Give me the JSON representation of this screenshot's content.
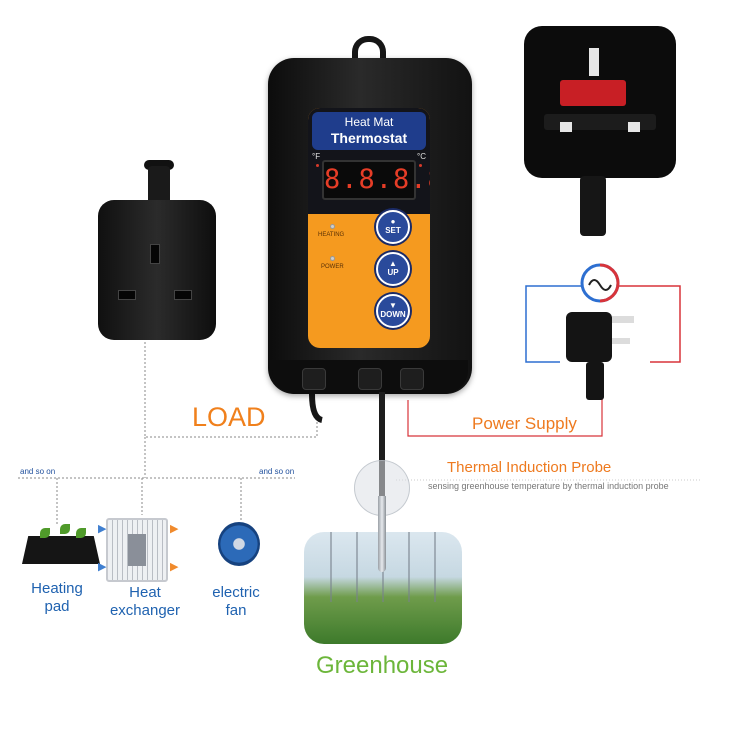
{
  "device": {
    "title_line1": "Heat Mat",
    "title_line2": "Thermostat",
    "unit_f": "°F",
    "unit_c": "°C",
    "display": "8.8.8.8",
    "indicator_heating": "HEATING",
    "indicator_power": "POWER",
    "buttons": [
      {
        "label": "SET",
        "icon": "dot-icon",
        "glyph": "●"
      },
      {
        "label": "UP",
        "icon": "triangle-up-icon",
        "glyph": "▲"
      },
      {
        "label": "DOWN",
        "icon": "triangle-down-icon",
        "glyph": "▼"
      }
    ]
  },
  "labels": {
    "load": "LOAD",
    "power_supply": "Power Supply",
    "probe_title": "Thermal Induction Probe",
    "probe_desc": "sensing greenhouse temperature by thermal induction probe",
    "and_so_on_left": "and so on",
    "and_so_on_right": "and so on",
    "greenhouse": "Greenhouse"
  },
  "load_devices": [
    {
      "line1": "Heating",
      "line2": "pad",
      "icon": "heating-pad-icon"
    },
    {
      "line1": "Heat",
      "line2": "exchanger",
      "icon": "heat-exchanger-icon"
    },
    {
      "line1": "electric",
      "line2": "fan",
      "icon": "fan-icon"
    }
  ],
  "colors": {
    "load_label": "#f0801c",
    "power_label": "#ee7a1f",
    "item_label": "#1f62b0",
    "greenhouse_label": "#6cb63a",
    "device_panel": "#f59a1f",
    "title_box": "#1f3d8c",
    "lcd_digits": "#e63d27",
    "wire_red": "#d8343a",
    "wire_blue": "#2d6fd1"
  }
}
